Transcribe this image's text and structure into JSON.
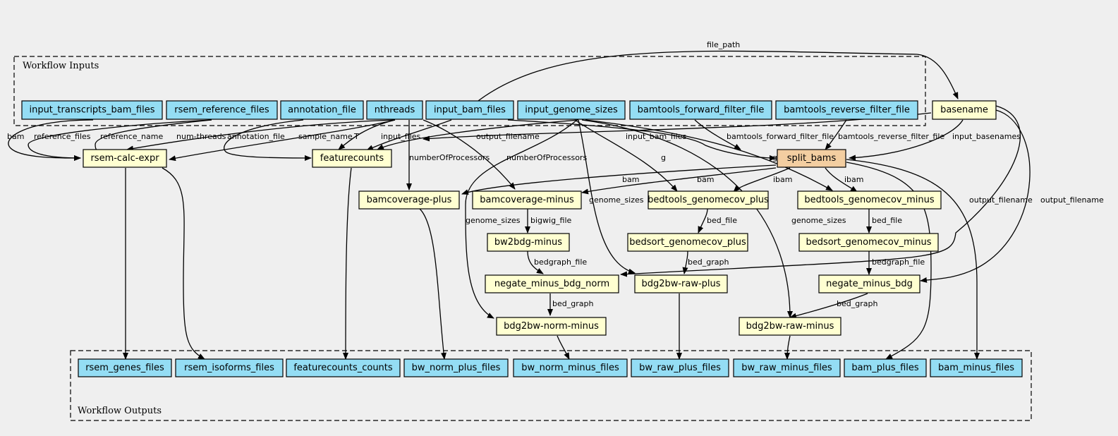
{
  "clusters": {
    "inputs": "Workflow Inputs",
    "outputs": "Workflow Outputs"
  },
  "colors": {
    "io": "#94ddf4",
    "step": "#ffffd1",
    "highlight": "#f3cea1",
    "background": "#efefef"
  },
  "nodes": {
    "input_transcripts_bam_files": "input_transcripts_bam_files",
    "rsem_reference_files": "rsem_reference_files",
    "annotation_file": "annotation_file",
    "nthreads": "nthreads",
    "input_bam_files": "input_bam_files",
    "input_genome_sizes": "input_genome_sizes",
    "bamtools_forward_filter_file": "bamtools_forward_filter_file",
    "bamtools_reverse_filter_file": "bamtools_reverse_filter_file",
    "basename": "basename",
    "rsem_calc_expr": "rsem-calc-expr",
    "featurecounts": "featurecounts",
    "split_bams": "split_bams",
    "bamcoverage_plus": "bamcoverage-plus",
    "bamcoverage_minus": "bamcoverage-minus",
    "bedtools_genomecov_plus": "bedtools_genomecov_plus",
    "bedtools_genomecov_minus": "bedtools_genomecov_minus",
    "bw2bdg_minus": "bw2bdg-minus",
    "bedsort_genomecov_plus": "bedsort_genomecov_plus",
    "bedsort_genomecov_minus": "bedsort_genomecov_minus",
    "negate_minus_bdg_norm": "negate_minus_bdg_norm",
    "bdg2bw_raw_plus": "bdg2bw-raw-plus",
    "negate_minus_bdg": "negate_minus_bdg",
    "bdg2bw_norm_minus": "bdg2bw-norm-minus",
    "bdg2bw_raw_minus": "bdg2bw-raw-minus",
    "rsem_genes_files": "rsem_genes_files",
    "rsem_isoforms_files": "rsem_isoforms_files",
    "featurecounts_counts": "featurecounts_counts",
    "bw_norm_plus_files": "bw_norm_plus_files",
    "bw_norm_minus_files": "bw_norm_minus_files",
    "bw_raw_plus_files": "bw_raw_plus_files",
    "bw_raw_minus_files": "bw_raw_minus_files",
    "bam_plus_files": "bam_plus_files",
    "bam_minus_files": "bam_minus_files"
  },
  "edge_labels": {
    "file_path": "file_path",
    "bam": "bam",
    "reference_files": "reference_files",
    "reference_name": "reference_name",
    "num_threads": "num-threads",
    "annotation_file": "annotation_file",
    "sample_name": "sample_name",
    "T": "T",
    "input_files": "input_files",
    "output_filename": "output_filename",
    "input_bam_files": "input_bam_files",
    "bamtools_forward_filter_file": "bamtools_forward_filter_file",
    "bamtools_reverse_filter_file": "bamtools_reverse_filter_file",
    "input_basenames": "input_basenames",
    "numberOfProcessors": "numberOfProcessors",
    "g": "g",
    "ibam": "ibam",
    "genome_sizes": "genome_sizes",
    "bigwig_file": "bigwig_file",
    "bed_file": "bed_file",
    "bedgraph_file": "bedgraph_file",
    "bed_graph": "bed_graph"
  }
}
